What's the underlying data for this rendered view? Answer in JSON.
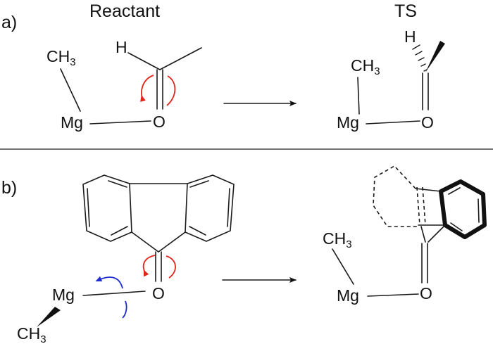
{
  "panel_a": {
    "label": "a)",
    "reactant_heading": "Reactant",
    "ts_heading": "TS",
    "reactant": {
      "methyl_C": "CH",
      "methyl_sub": "3",
      "mg": "Mg",
      "o": "O",
      "h": "H"
    },
    "ts": {
      "methyl_C": "CH",
      "methyl_sub": "3",
      "mg": "Mg",
      "o": "O",
      "h": "H"
    }
  },
  "panel_b": {
    "label": "b)",
    "reactant": {
      "mg": "Mg",
      "o": "O",
      "methyl_C": "CH",
      "methyl_sub": "3"
    },
    "ts": {
      "methyl_C": "CH",
      "methyl_sub": "3",
      "mg": "Mg",
      "o": "O"
    }
  },
  "colors": {
    "rotation_arrow": "#e0261b",
    "mg_arrow": "#1f2ccf",
    "ink": "#111111"
  }
}
